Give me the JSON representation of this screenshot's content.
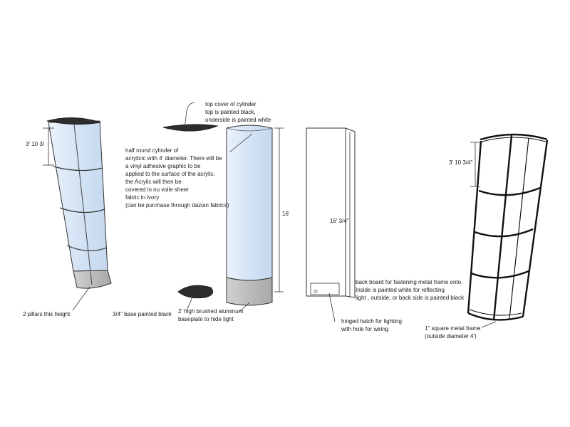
{
  "dimensions": {
    "pillar_section": "3' 10 3/",
    "cylinder_height": "16'",
    "backboard_height": "16' 3/4\"",
    "frame_section": "3' 10 3/4\""
  },
  "labels": {
    "top_cover": [
      "top cover of cylinder",
      "top is painted black,",
      "underside is painted white"
    ],
    "half_round": [
      "half round cylinder of",
      "acrylicic with 4' diameter. There will be",
      "a vinyl adhesive graphic to be",
      "applied to the surface of the acrylic.",
      "the Acrylic will then be",
      "covered in nu voile sheer",
      "fabric in  ivory",
      "(can be purchase through dazian fabrics)"
    ],
    "two_pillars": "2 pillars this height",
    "base_plate": "3/4\" base painted black",
    "brushed_aluminum": [
      "2' high brushed aluminum",
      "baseplate to hide light"
    ],
    "back_board": [
      "back board for fastening metal frame onto.",
      "Inside is painted white for reflecting",
      "light , outside, or back side is painted black"
    ],
    "hatch": [
      "hinged hatch for lighting",
      "with hole for wiring"
    ],
    "metal_frame": [
      "1\" square metal frame",
      "(outside diameter 4')"
    ]
  },
  "colors": {
    "acrylic": "#d8e6f6",
    "aluminum": "#b8b8b8",
    "black_part": "#2d2d2d",
    "line": "#333333"
  }
}
